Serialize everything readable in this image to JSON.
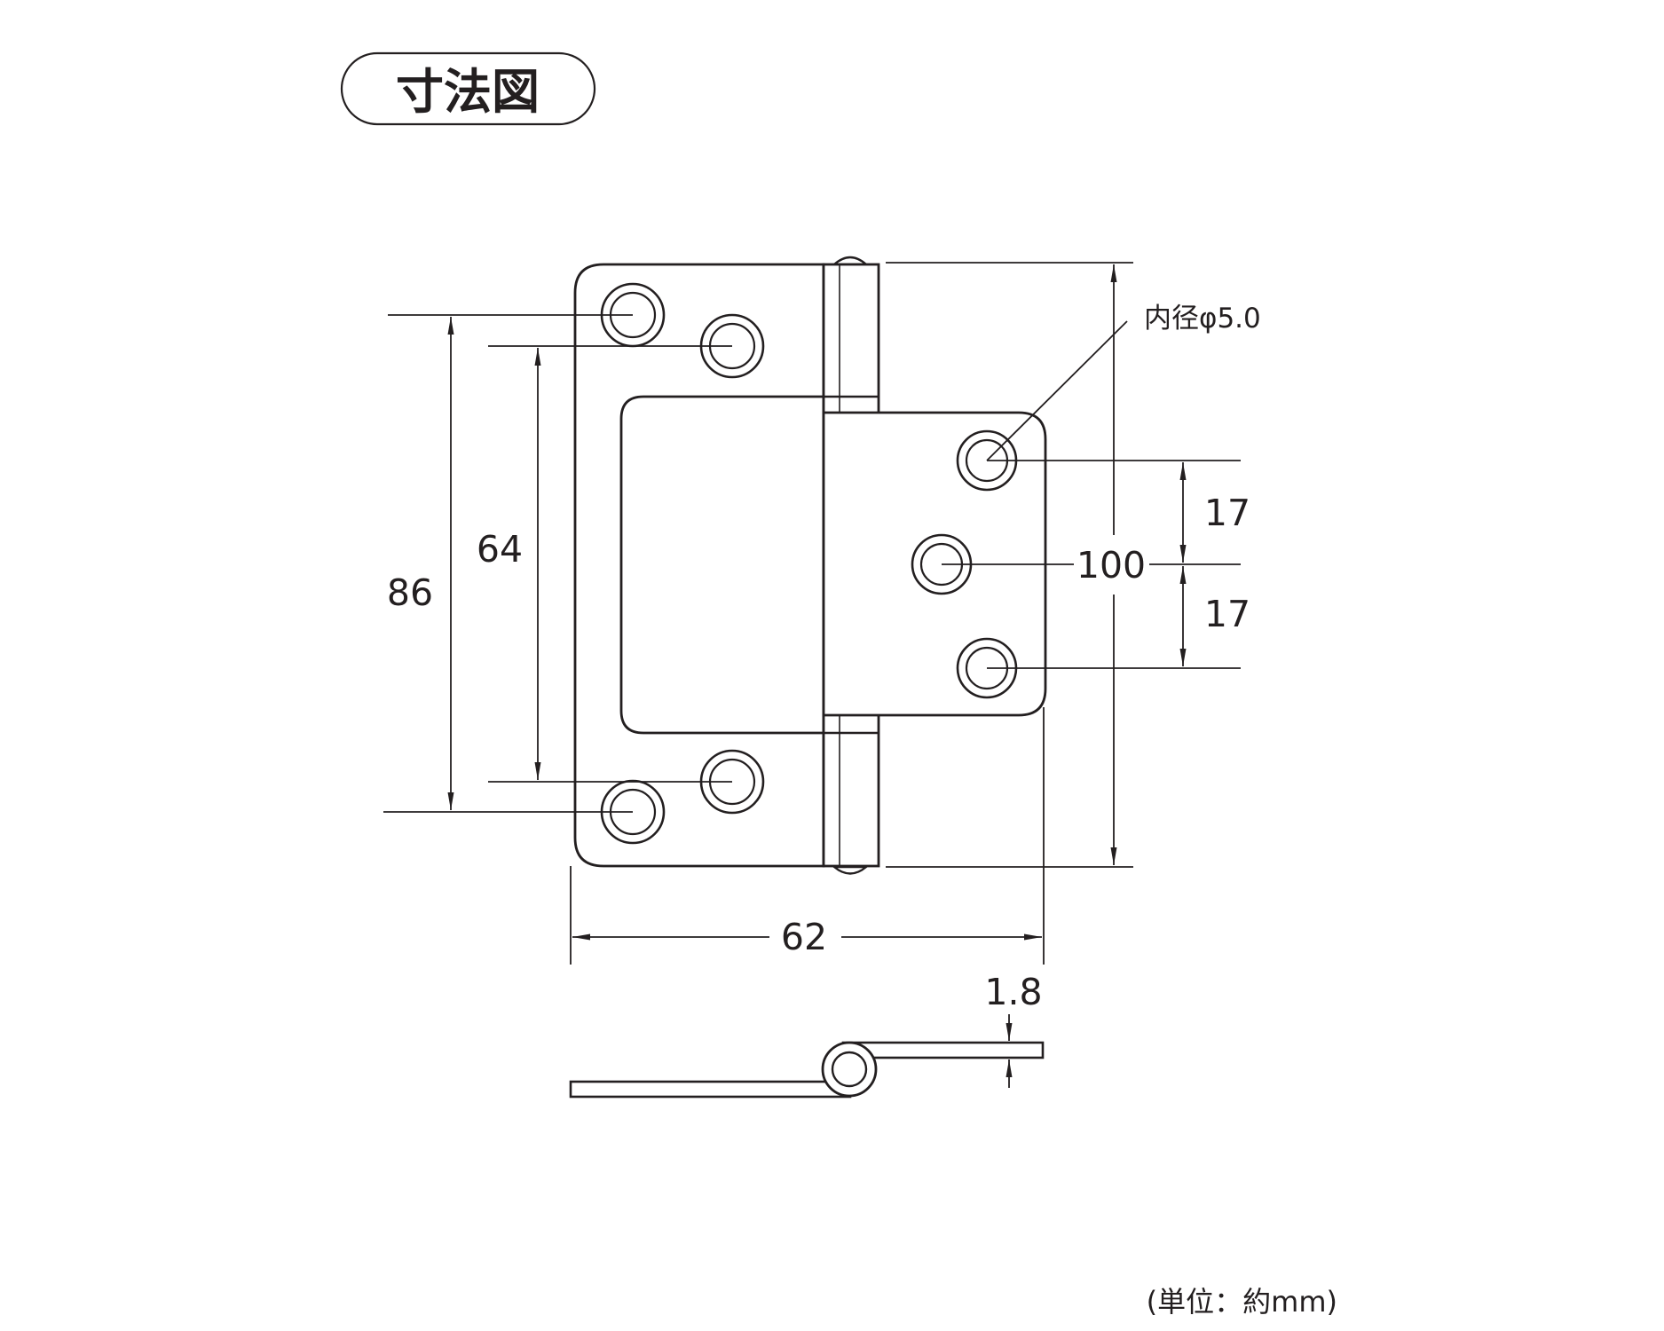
{
  "title": "寸法図",
  "dimensions": {
    "hole_spacing_outer": "86",
    "hole_spacing_inner": "64",
    "total_height": "100",
    "total_width": "62",
    "leaf_hole_spacing_upper": "17",
    "leaf_hole_spacing_lower": "17",
    "thickness": "1.8",
    "hole_inner_diameter": "内径φ5.0"
  },
  "unit_note": "(単位：約mm)",
  "colors": {
    "line": "#231f20",
    "background": "#ffffff"
  }
}
